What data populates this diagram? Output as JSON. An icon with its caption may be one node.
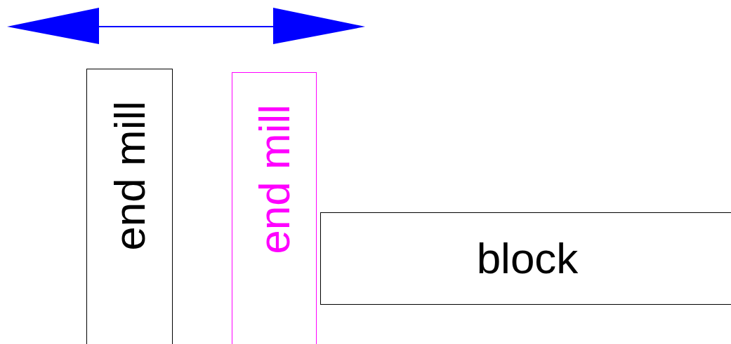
{
  "diagram": {
    "nodes": [
      {
        "text": [
          "end mill"
        ]
      },
      {
        "text": [
          "end mill"
        ]
      },
      {
        "text": [
          "block"
        ]
      }
    ]
  }
}
